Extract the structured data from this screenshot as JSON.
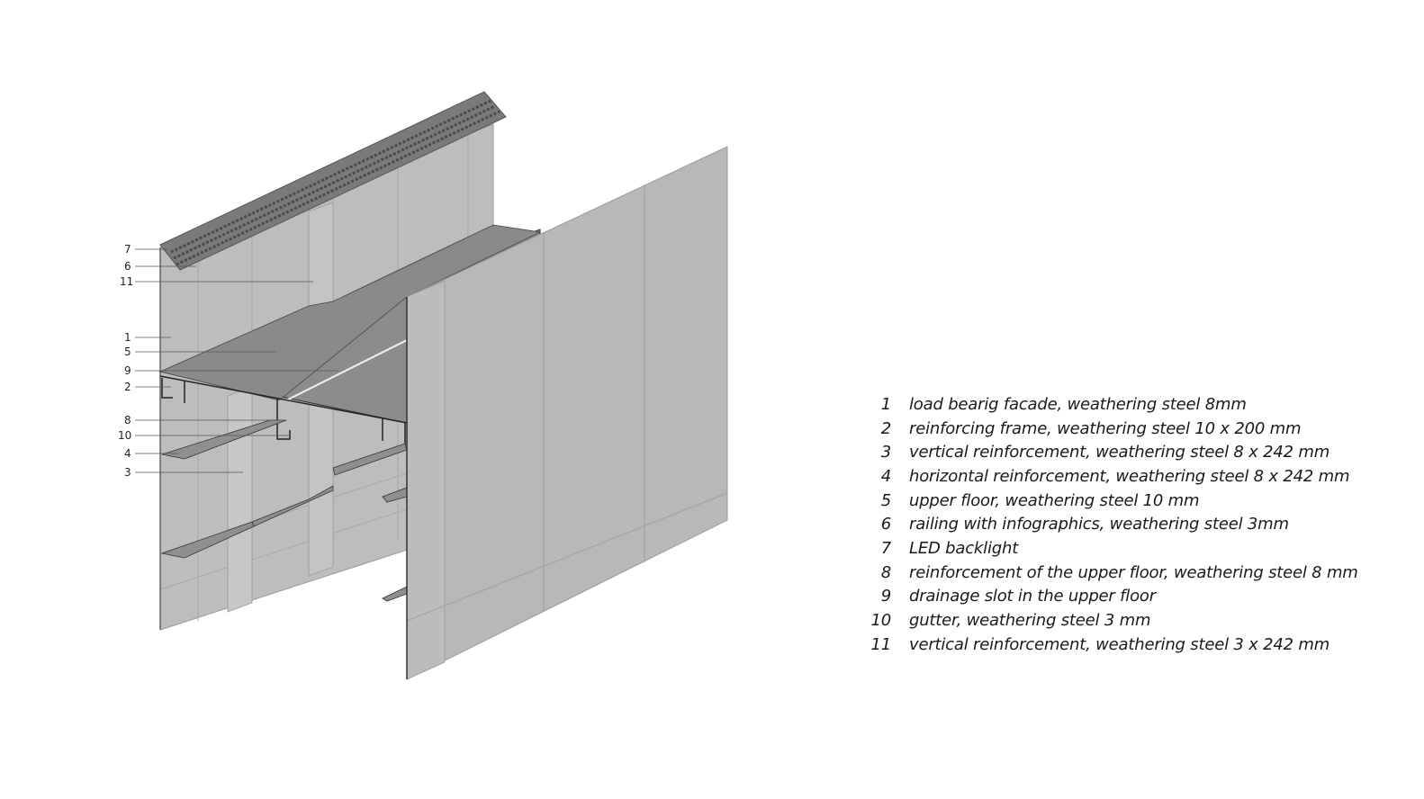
{
  "legend": [
    {
      "num": "1",
      "text": "load bearig facade, weathering steel 8mm"
    },
    {
      "num": "2",
      "text": "reinforcing frame, weathering steel 10 x 200 mm"
    },
    {
      "num": "3",
      "text": "vertical reinforcement, weathering steel  8 x 242 mm"
    },
    {
      "num": "4",
      "text": "horizontal reinforcement, weathering steel   8 x 242 mm"
    },
    {
      "num": "5",
      "text": "upper floor, weathering steel 10 mm"
    },
    {
      "num": "6",
      "text": "railing with infographics, weathering steel 3mm"
    },
    {
      "num": "7",
      "text": "LED backlight"
    },
    {
      "num": "8",
      "text": "reinforcement of the upper floor, weathering steel 8 mm"
    },
    {
      "num": "9",
      "text": "drainage slot in the upper floor"
    },
    {
      "num": "10",
      "text": "gutter, weathering steel  3 mm"
    },
    {
      "num": "11",
      "text": "vertical reinforcement, weathering steel 3 x 242 mm"
    }
  ],
  "callouts": [
    "7",
    "6",
    "11",
    "1",
    "5",
    "9",
    "2",
    "8",
    "10",
    "4",
    "3"
  ],
  "colors": {
    "wall_light": "#bdbdbd",
    "wall_mid": "#b3b3b3",
    "floor_dark": "#8c8c8c",
    "railing": "#7a7a7a",
    "edge": "#222222"
  }
}
